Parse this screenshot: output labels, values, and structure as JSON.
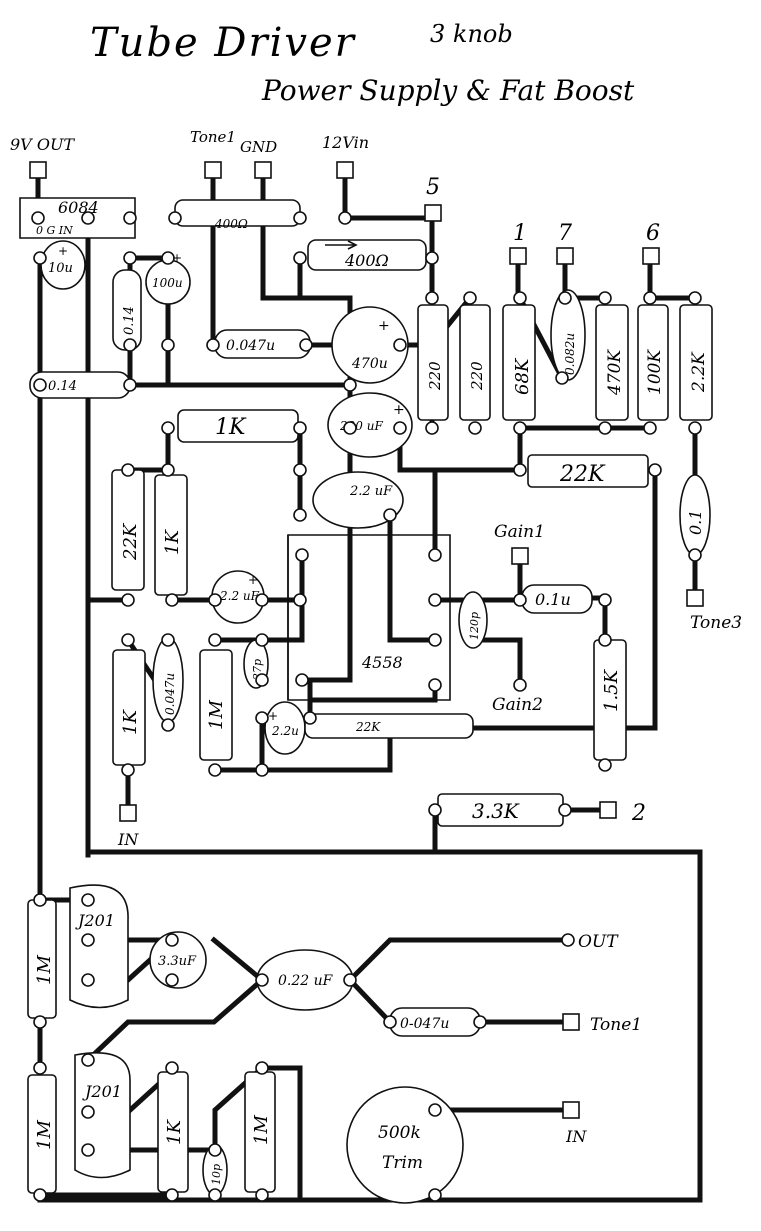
{
  "title": {
    "main": "Tube Driver",
    "knob": "3 knob",
    "subtitle": "Power Supply & Fat Boost"
  },
  "connectors": {
    "9v_out": "9V OUT",
    "tone1_top": "Tone1",
    "gnd": "GND",
    "12v_in": "12Vin",
    "p5": "5",
    "p1": "1",
    "p7": "7",
    "p6": "6",
    "gain1": "Gain1",
    "gain2": "Gain2",
    "tone3": "Tone3",
    "in_top": "IN",
    "p2": "2",
    "out": "OUT",
    "tone1": "Tone1",
    "in_bottom": "IN"
  },
  "components": {
    "reg": "6084",
    "reg_pins": "0  G  IN",
    "r400_small": "400Ω",
    "r400": "400Ω",
    "c10u": "10u",
    "c014_v": "0.14",
    "c100u": "100u",
    "c0047_top": "0.047u",
    "c470u": "470u",
    "r220a": "220",
    "r220b": "220",
    "r68k": "68K",
    "c0082": "0.082u",
    "r470k": "470K",
    "r100k": "100K",
    "r22k_top": "2.2K",
    "c014_h": "0.14",
    "r1k_h": "1K",
    "c220uf": "220 uF",
    "r22k_mid": "22K",
    "c01_tone3": "0.1",
    "r22k_left": "22K",
    "r1k_left": "1K",
    "c22uf_top": "2.2 uF",
    "c22uf_mid": "2.2 uF",
    "c120p": "120p",
    "c01u_gain": "0.1u",
    "ic": "4558",
    "r1k_in": "1K",
    "c0047_in": "0.047u",
    "r1m_a": "1M",
    "c27p": "27p",
    "c22u_bot": "2.2u",
    "r22k_bot": "22K",
    "r15k": "1.5K",
    "r33k": "3.3K",
    "r1m_jfet1": "1M",
    "jfet1": "J201",
    "c33uf": "3.3uF",
    "c022uf": "0.22 uF",
    "c0047_tone": "0-047u",
    "r1m_jfet2": "1M",
    "jfet2": "J201",
    "r1k_jfet": "1K",
    "c10p": "10p",
    "r1m_b": "1M",
    "trim": "500k",
    "trim_label": "Trim"
  }
}
